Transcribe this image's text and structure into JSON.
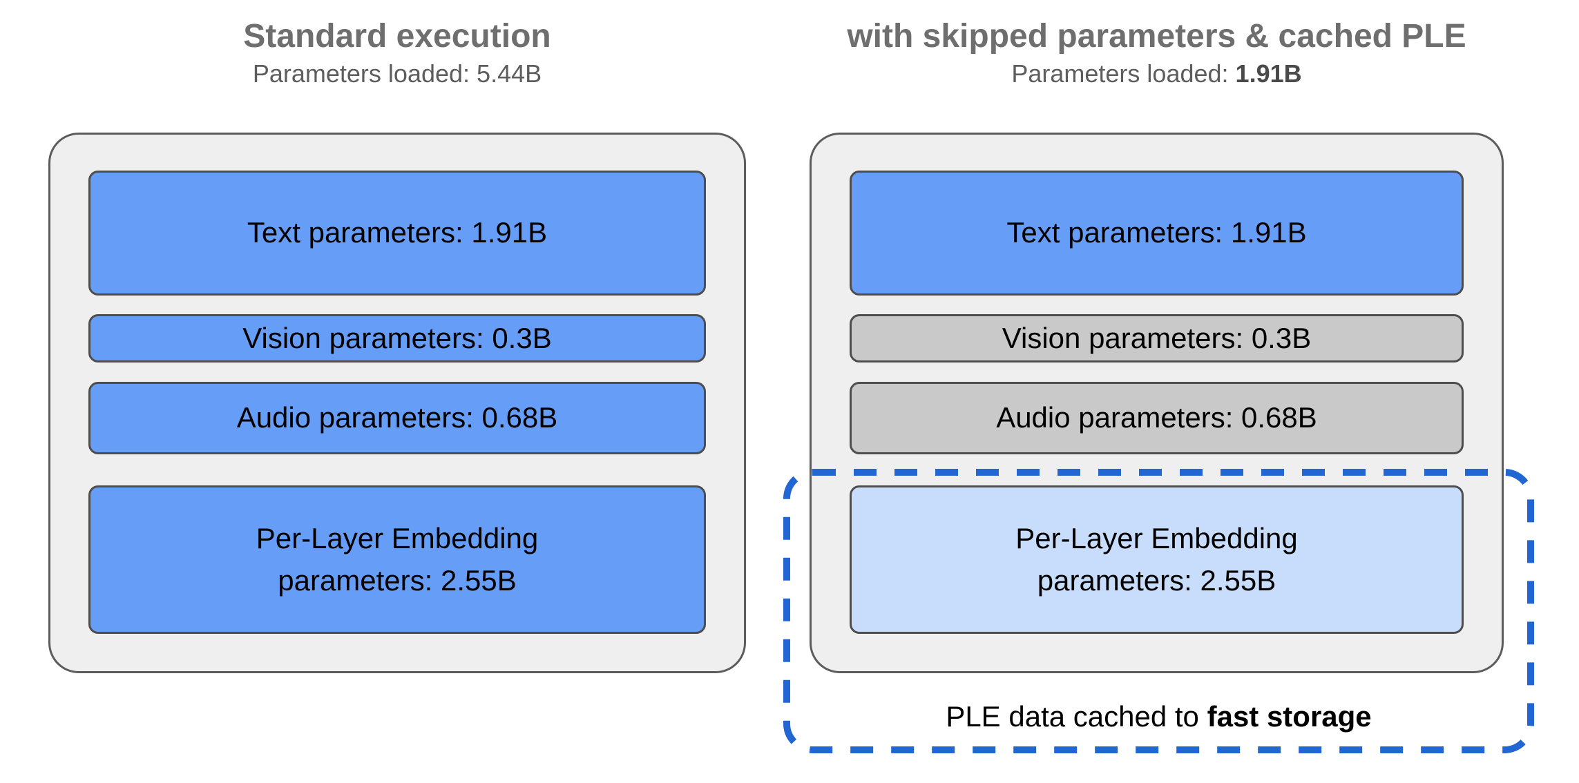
{
  "left_panel": {
    "title": "Standard execution",
    "subtitle_label": "Parameters loaded: ",
    "subtitle_value": "5.44B",
    "boxes": {
      "text": "Text parameters: 1.91B",
      "vision": "Vision parameters: 0.3B",
      "audio": "Audio parameters: 0.68B",
      "ple_line1": "Per-Layer Embedding",
      "ple_line2": "parameters: 2.55B"
    }
  },
  "right_panel": {
    "title": "with skipped parameters & cached PLE",
    "subtitle_label": "Parameters loaded: ",
    "subtitle_value": "1.91B",
    "boxes": {
      "text": "Text parameters: 1.91B",
      "vision": "Vision parameters: 0.3B",
      "audio": "Audio parameters: 0.68B",
      "ple_line1": "Per-Layer Embedding",
      "ple_line2": "parameters: 2.55B"
    }
  },
  "callout": {
    "text": "PLE data cached to ",
    "bold_text": "fast storage"
  },
  "colors": {
    "box_blue": "#669df6",
    "box_gray": "#c9c9c9",
    "box_lightblue": "#c8dcfb",
    "container_fill": "#efefef",
    "container_border": "#5c5c5c",
    "box_border": "#4d4d4d",
    "dashed_outline_blue": "#2166d2",
    "title_gray": "#6e6e6e",
    "subtitle_gray": "#5d5d5d",
    "label_text": "#000000"
  }
}
